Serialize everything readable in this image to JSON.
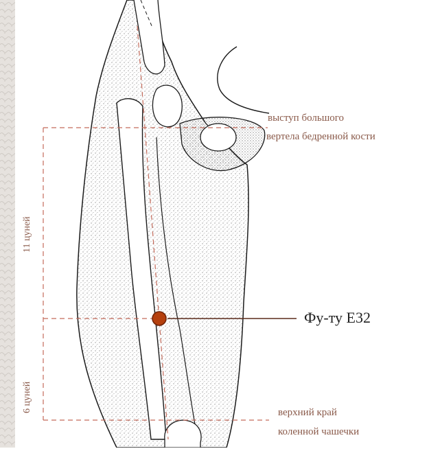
{
  "diagram": {
    "point_name": "Фу-ту E32",
    "landmarks": {
      "upper_line1": "выступ большого",
      "upper_line2": "вертела бедренной кости",
      "lower_line1": "верхний край",
      "lower_line2": "коленной чашечки"
    },
    "measures": {
      "upper": "11 цуней",
      "lower": "6 цуней"
    },
    "colors": {
      "background": "#ffffff",
      "border_texture": "#d8d4d0",
      "guide_line": "#c46a5a",
      "label_text": "#8a5a4a",
      "point_fill": "#b5400e",
      "point_stroke": "#6e2206",
      "leader_line": "#5a2a1a",
      "bone_outline": "#1a1a1a"
    }
  }
}
